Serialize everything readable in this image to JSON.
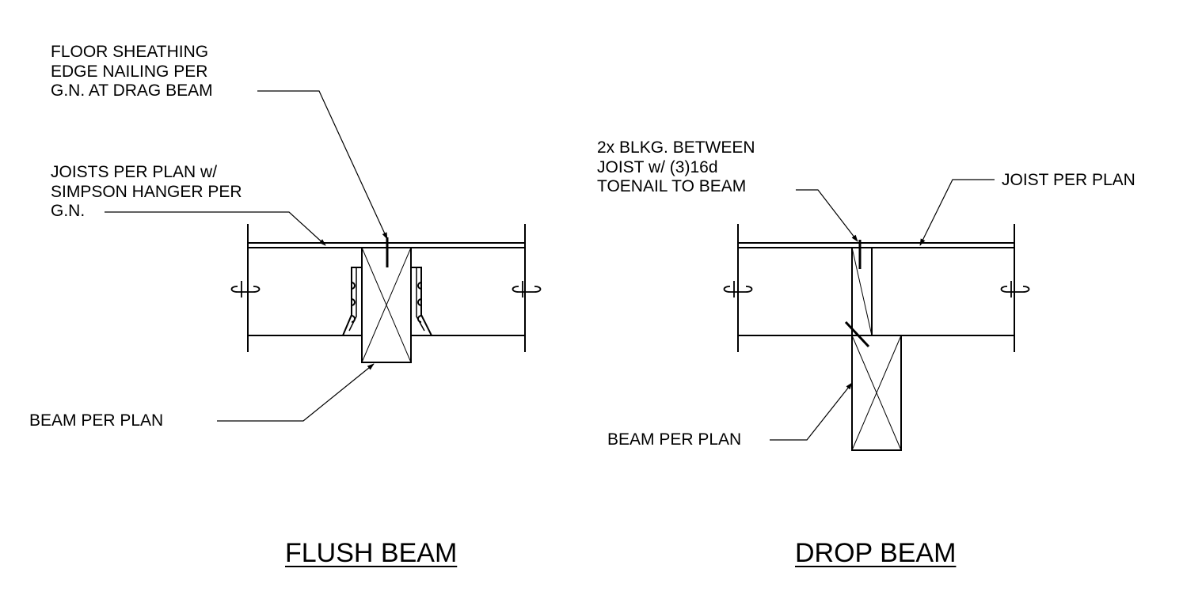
{
  "flush_beam": {
    "title": "FLUSH BEAM",
    "notes": {
      "sheathing": [
        "FLOOR SHEATHING",
        "EDGE NAILING PER",
        "G.N. AT DRAG BEAM"
      ],
      "joists": [
        "JOISTS PER PLAN w/",
        "SIMPSON HANGER PER",
        "G.N."
      ],
      "beam": [
        "BEAM PER PLAN"
      ]
    }
  },
  "drop_beam": {
    "title": "DROP BEAM",
    "notes": {
      "blocking": [
        "2x BLKG. BETWEEN",
        "JOIST w/ (3)16d",
        "TOENAIL TO BEAM"
      ],
      "joist": [
        "JOIST PER PLAN"
      ],
      "beam": [
        "BEAM PER PLAN"
      ]
    }
  },
  "colors": {
    "line": "#000000",
    "background": "#ffffff"
  }
}
